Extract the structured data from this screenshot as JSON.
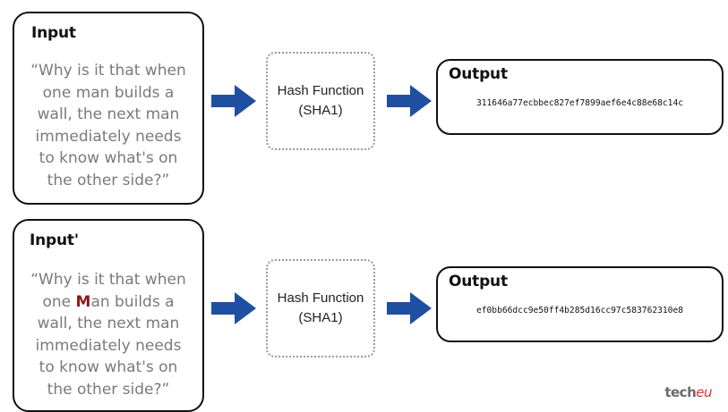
{
  "rows": [
    {
      "input_title": "Input",
      "quote_lines": [
        "“Why is it that when",
        "one man builds a",
        "wall, the next man",
        "immediately needs",
        "to know what's on",
        "the other side?”"
      ],
      "hash_function": [
        "Hash Function",
        "(SHA1)"
      ],
      "output_title": "Output",
      "output_hash": "311646a77ecbbec827ef7899aef6e4c88e68c14c"
    },
    {
      "input_title": "Input'",
      "quote_line2_before": "one ",
      "quote_line2_highlight": "M",
      "quote_line2_after": "an builds a",
      "quote_lines": [
        "“Why is it that when",
        "one Man builds a",
        "wall, the next man",
        "immediately needs",
        "to know what's on",
        "the other side?”"
      ],
      "hash_function": [
        "Hash Function",
        "(SHA1)"
      ],
      "output_title": "Output",
      "output_hash": "ef0bb66dcc9e50ff4b285d16cc97c583762310e8"
    }
  ],
  "colors": {
    "arrow": "#1f4fa0",
    "highlight": "#8b1a1a",
    "logo_accent": "#d9362b"
  },
  "logo": {
    "part1": "tech",
    "part2": "eu"
  }
}
